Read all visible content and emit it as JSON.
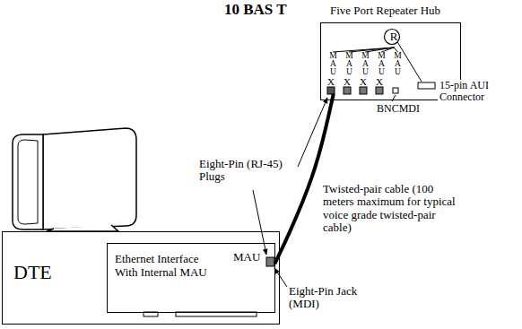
{
  "diagram": {
    "title": "10 BAS T",
    "nodes": [
      {
        "text": [
          "Five Port Repeater Hub"
        ]
      },
      {
        "text": [
          "R"
        ],
        "in": 0
      },
      {
        "text": [
          "MAU"
        ],
        "in": 0
      },
      {
        "text": [
          "MAU"
        ],
        "in": 0
      },
      {
        "text": [
          "MAU"
        ],
        "in": 0
      },
      {
        "text": [
          "MAU"
        ],
        "in": 0
      },
      {
        "text": [
          "MAU"
        ],
        "in": 0
      },
      {
        "text": [
          "DTE"
        ]
      },
      {
        "text": [
          "Ethernet Interface With Internal MAU",
          "MAU"
        ],
        "in": 7
      }
    ],
    "edges": [
      {
        "from": 1,
        "to": 2,
        "arrow": "none"
      },
      {
        "from": 1,
        "to": 3,
        "arrow": "none"
      },
      {
        "from": 1,
        "to": 4,
        "arrow": "none"
      },
      {
        "from": 1,
        "to": 5,
        "arrow": "none"
      },
      {
        "from": 1,
        "to": 6,
        "arrow": "none"
      },
      {
        "from": 8,
        "to": 2,
        "arrow": "none"
      }
    ],
    "labels": [
      "Eight-Pin (RJ-45) Plugs",
      "Twisted-pair cable (100 meters maximum for typical voice grade twisted-pair cable)",
      "Eight-Pin Jack (MDI)",
      "15-pin AUI Connector",
      "BNCMDI",
      "X",
      "X",
      "X",
      "X"
    ]
  }
}
